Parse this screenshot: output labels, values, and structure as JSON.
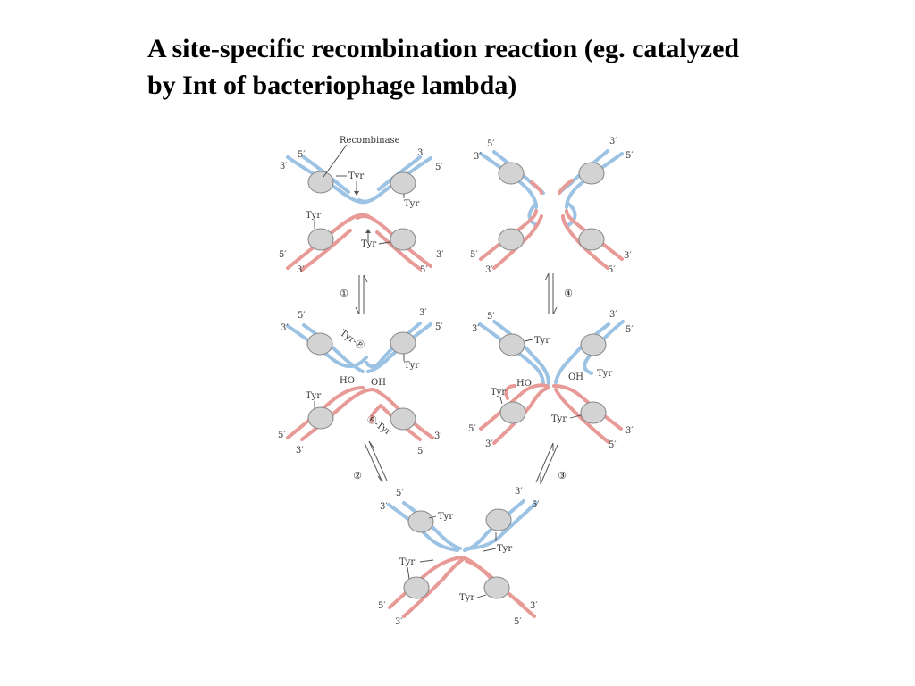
{
  "slide": {
    "title_line1": "A site-specific recombination reaction (eg. catalyzed",
    "title_line2": "by Int of bacteriophage lambda)"
  },
  "colors": {
    "blue_strand": "#9cc3e4",
    "red_strand": "#e79a96",
    "enzyme": "#d3d3d3"
  },
  "diagram": {
    "labels": {
      "recombinase": "Recombinase",
      "tyr": "Tyr",
      "five_prime": "5′",
      "three_prime": "3′",
      "ho": "HO",
      "oh": "OH",
      "tyr_p": "Tyr-Ⓟ",
      "p_tyr": "Ⓟ-Tyr"
    },
    "steps": [
      "①",
      "②",
      "③",
      "④"
    ]
  }
}
